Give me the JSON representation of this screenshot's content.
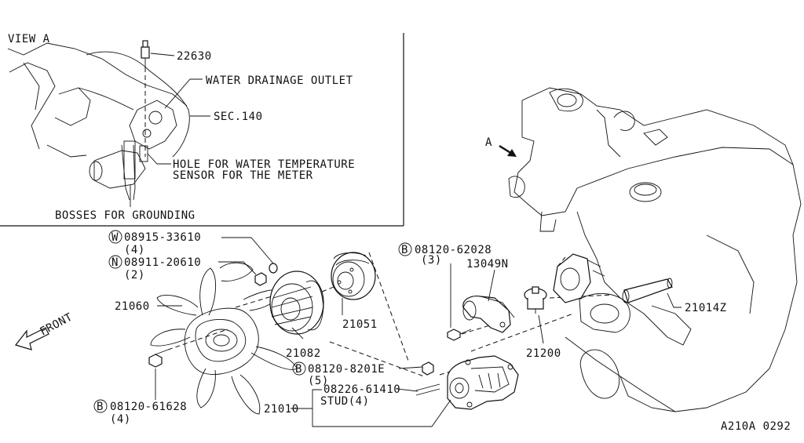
{
  "view": {
    "title": "VIEW A",
    "arrow_label": "A"
  },
  "callouts": {
    "sensor": "22630",
    "water_drainage": "WATER DRAINAGE OUTLET",
    "sec": "SEC.140",
    "hole_line1": "HOLE FOR WATER TEMPERATURE",
    "hole_line2": "SENSOR FOR THE METER",
    "bosses": "BOSSES FOR GROUNDING"
  },
  "parts": {
    "washer": {
      "prefix": "W",
      "number": "08915-33610",
      "qty": "(4)"
    },
    "nut": {
      "prefix": "N",
      "number": "08911-20610",
      "qty": "(2)"
    },
    "fan": "21060",
    "pulley": "21051",
    "fan_coupling": "21082",
    "fan_bolt": {
      "prefix": "B",
      "number": "08120-61628",
      "qty": "(4)"
    },
    "pump_assy": "21010",
    "outlet_bolt": {
      "prefix": "B",
      "number": "08120-62028",
      "qty": "(3)"
    },
    "gasket": "13049N",
    "thermostat": "21200",
    "pump_bolt": {
      "prefix": "B",
      "number": "08120-8201E",
      "qty": "(5)"
    },
    "stud": {
      "number": "08226-61410",
      "label": "STUD(4)"
    },
    "hose": "21014Z"
  },
  "front_label": "FRONT",
  "diagram_code": "A210A 0292"
}
